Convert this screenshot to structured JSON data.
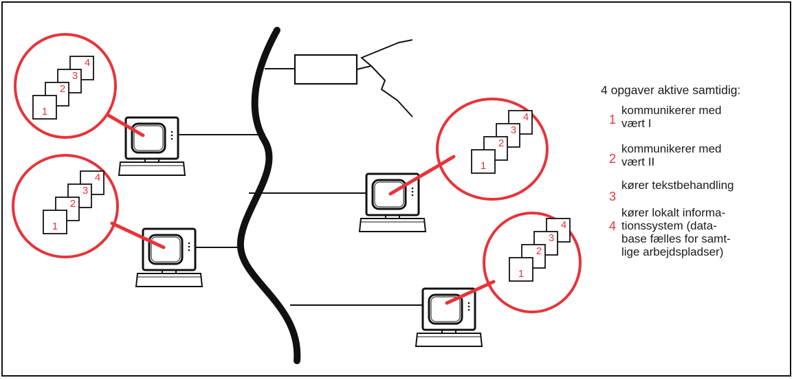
{
  "colors": {
    "accent_red": "#e8333a",
    "ink": "#111111",
    "paper": "#ffffff"
  },
  "legend": {
    "title": "4 opgaver aktive samtidig:",
    "items": [
      {
        "number": "1",
        "text": "kommunikerer med\nvært I"
      },
      {
        "number": "2",
        "text": "kommunikerer med\nvært II"
      },
      {
        "number": "3",
        "text": "kører tekstbehandling"
      },
      {
        "number": "4",
        "text": "kører lokalt informa-\ntionssystem (data-\nbase fælles for samt-\nlige arbejdspladser)"
      }
    ]
  },
  "task_stacks": [
    {
      "labels": [
        "1",
        "2",
        "3",
        "4"
      ]
    },
    {
      "labels": [
        "1",
        "2",
        "3",
        "4"
      ]
    },
    {
      "labels": [
        "1",
        "2",
        "3",
        "4"
      ]
    },
    {
      "labels": [
        "1",
        "2",
        "3",
        "4"
      ]
    }
  ],
  "icons": {
    "workstation": "computer-terminal-icon",
    "host": "host-modem-icon",
    "signal": "lightning-signal-icon",
    "network": "network-cable"
  }
}
